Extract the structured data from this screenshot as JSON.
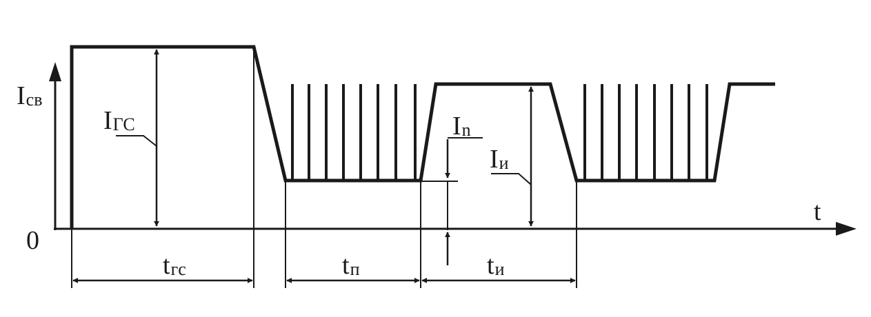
{
  "diagram": {
    "stroke_color": "#1a1a1a",
    "labels": {
      "y_axis": {
        "main": "I",
        "sub": "св"
      },
      "x_axis": "t",
      "origin": "0",
      "i_gs": {
        "main": "I",
        "sub": "ГС"
      },
      "i_p": {
        "main": "I",
        "sub": "n"
      },
      "i_i": {
        "main": "I",
        "sub": "и"
      },
      "t_gs": {
        "main": "t",
        "sub": "гс"
      },
      "t_p": {
        "main": "t",
        "sub": "п"
      },
      "t_i": {
        "main": "t",
        "sub": "и"
      }
    }
  }
}
